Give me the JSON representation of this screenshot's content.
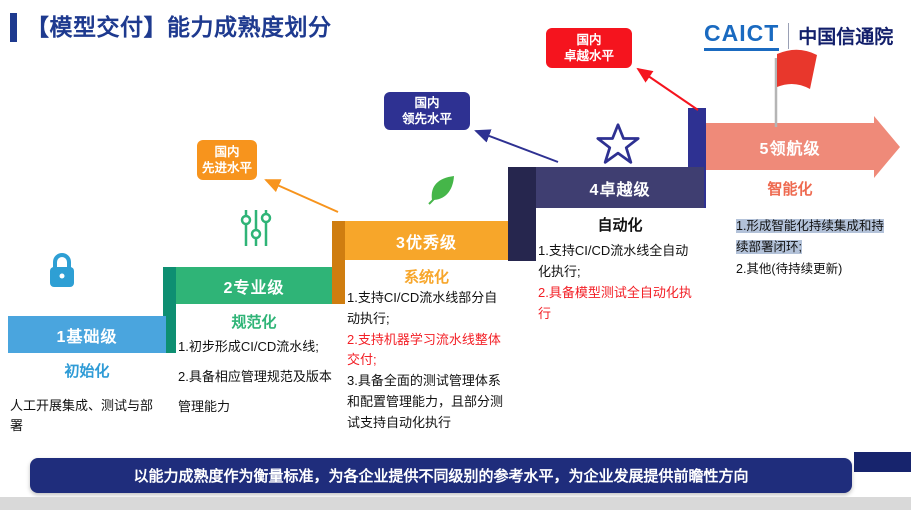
{
  "title": "【模型交付】能力成熟度划分",
  "logo": {
    "en": "CAICT",
    "cn": "中国信通院"
  },
  "levels": [
    {
      "label": "1基础级",
      "tagline": "初始化",
      "items": [
        "人工开展集成、测试与部署"
      ]
    },
    {
      "label": "2专业级",
      "tagline": "规范化",
      "items": [
        "1.初步形成CI/CD流水线;",
        "2.具备相应管理规范及版本管理能力"
      ]
    },
    {
      "label": "3优秀级",
      "tagline": "系统化",
      "items": [
        "1.支持CI/CD流水线部分自动执行;",
        "2.支持机器学习流水线整体交付;",
        "3.具备全面的测试管理体系和配置管理能力，且部分测试支持自动化执行"
      ]
    },
    {
      "label": "4卓越级",
      "tagline": "自动化",
      "items": [
        "1.支持CI/CD流水线全自动化执行;",
        "2.具备模型测试全自动化执行"
      ]
    },
    {
      "label": "5领航级",
      "tagline": "智能化",
      "items": [
        "1.形成智能化持续集成和持续部署闭环;",
        "2.其他(待持续更新)"
      ]
    }
  ],
  "badges": [
    {
      "line1": "国内",
      "line2": "先进水平"
    },
    {
      "line1": "国内",
      "line2": "领先水平"
    },
    {
      "line1": "国内",
      "line2": "卓越水平"
    }
  ],
  "icons": [
    "lock-icon",
    "sliders-icon",
    "leaf-icon",
    "star-icon",
    "flag-icon"
  ],
  "colors": {
    "accent": "#1e3a8f",
    "level1": "#4aa5de",
    "level2": "#2fb477",
    "level3": "#f7a62a",
    "level4": "#3f3e71",
    "level5": "#ef8a79",
    "badge_advanced": "#f7941d",
    "badge_leading": "#2e3192",
    "badge_excellent": "#f5141e",
    "highlight": "#b3c2d9",
    "footer": "#1f2d7c"
  },
  "footer": {
    "text": "以能力成熟度作为衡量标准，为各企业提供不同级别的参考水平，为企业发展提供前瞻性方向"
  }
}
